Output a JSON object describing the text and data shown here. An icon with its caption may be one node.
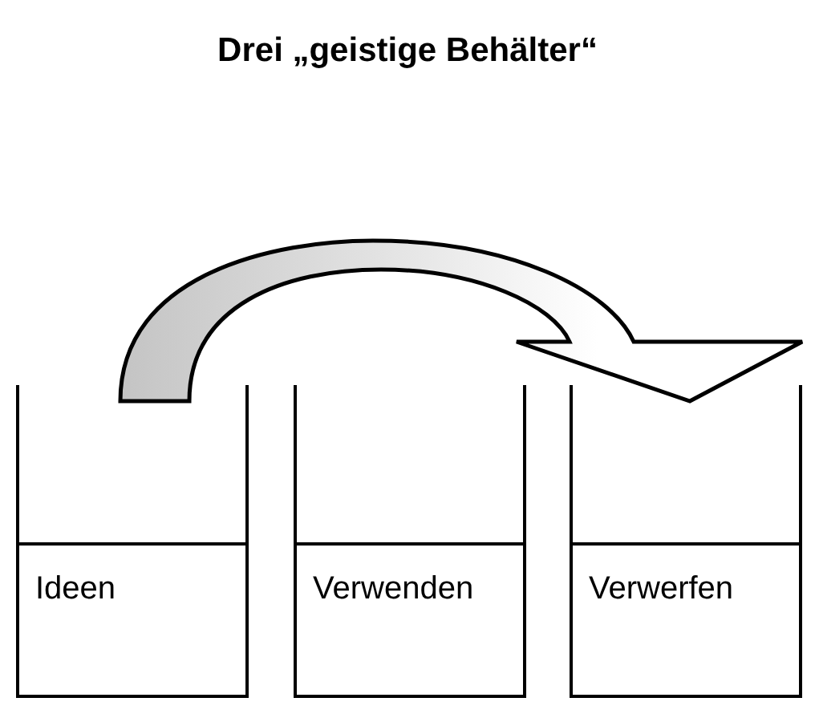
{
  "diagram": {
    "title": "Drei „geistige Behälter“",
    "nodes": [
      {
        "text": [
          "Ideen"
        ]
      },
      {
        "text": [
          "Verwenden"
        ]
      },
      {
        "text": [
          "Verwerfen"
        ]
      }
    ],
    "edges": [
      {
        "from": 0,
        "to": 2,
        "arrow": "to",
        "style": "thick"
      }
    ]
  }
}
